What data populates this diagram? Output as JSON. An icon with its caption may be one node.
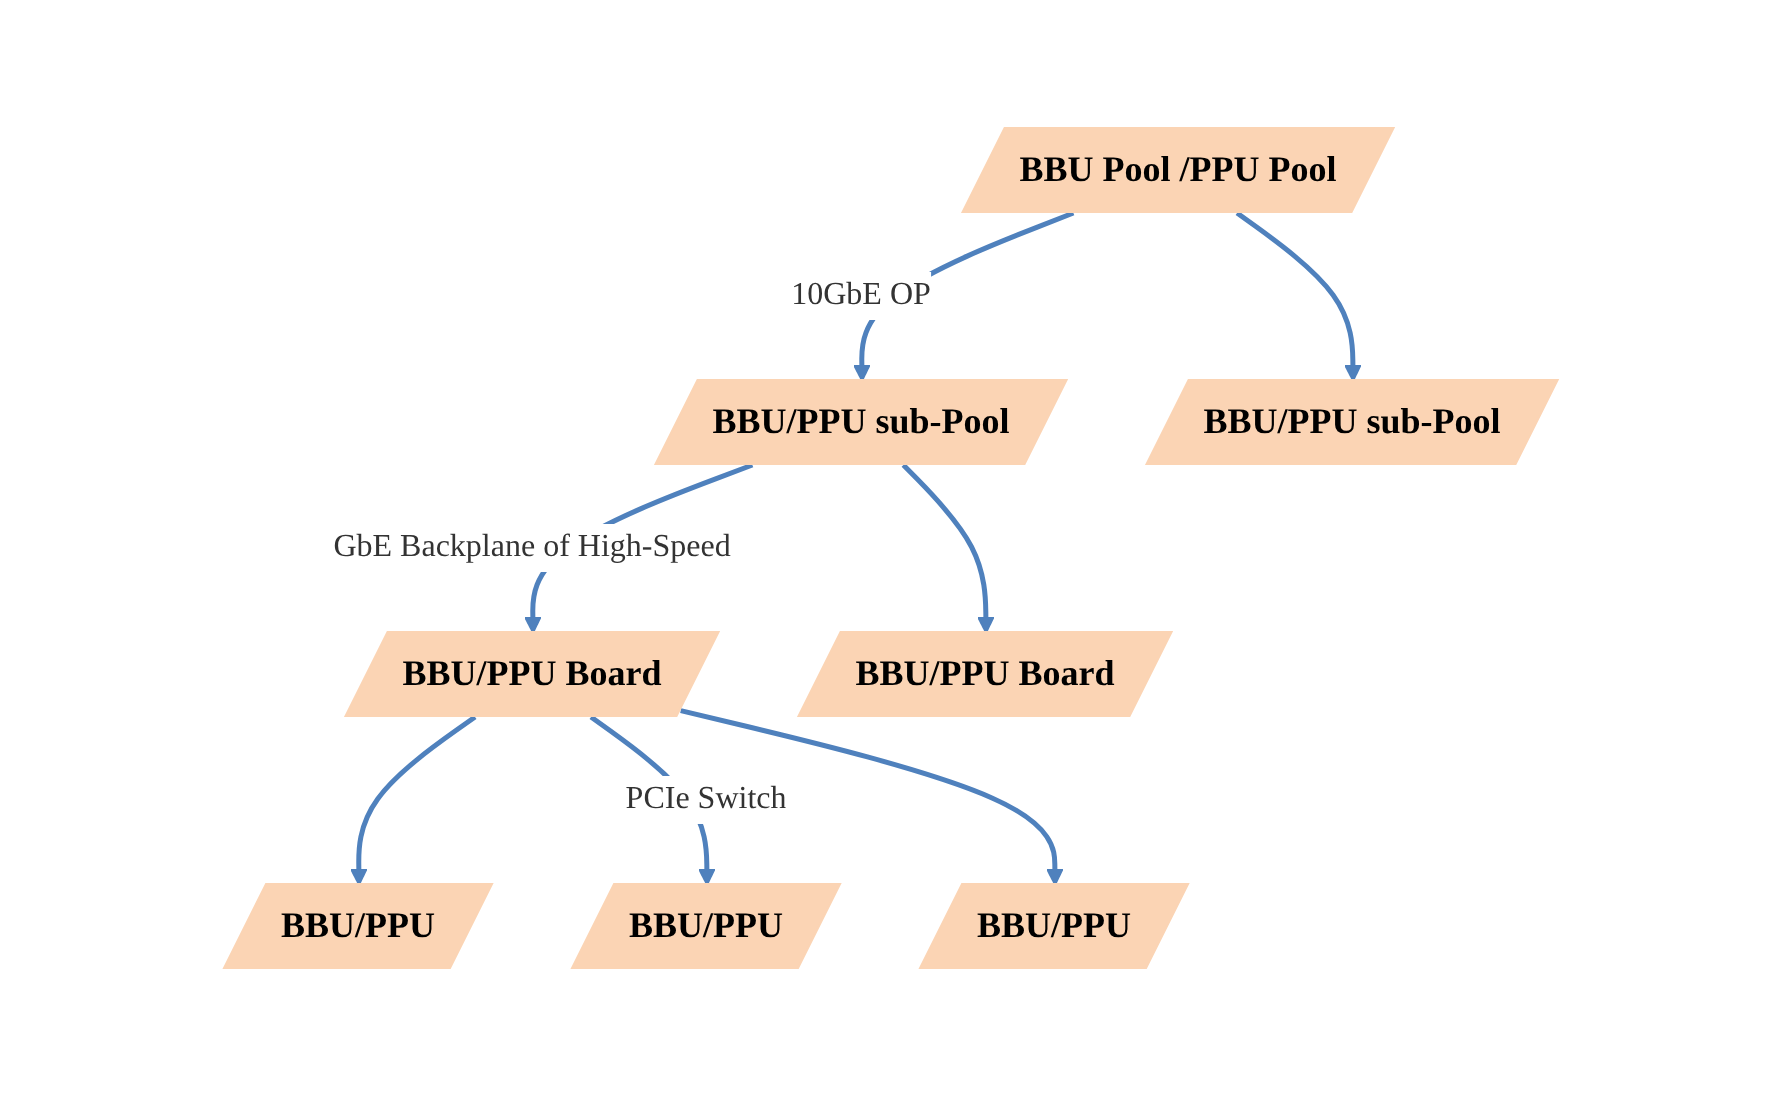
{
  "diagram": {
    "nodes": [
      {
        "text": [
          "BBU Pool /PPU Pool"
        ]
      },
      {
        "text": [
          "BBU/PPU sub-Pool"
        ]
      },
      {
        "text": [
          "BBU/PPU sub-Pool"
        ]
      },
      {
        "text": [
          "BBU/PPU Board"
        ]
      },
      {
        "text": [
          "BBU/PPU Board"
        ]
      },
      {
        "text": [
          "BBU/PPU"
        ]
      },
      {
        "text": [
          "BBU/PPU"
        ]
      },
      {
        "text": [
          "BBU/PPU"
        ]
      }
    ],
    "edges": [
      {
        "from": 0,
        "to": 1,
        "arrow": "to",
        "label": "10GbE OP"
      },
      {
        "from": 0,
        "to": 2,
        "arrow": "to"
      },
      {
        "from": 1,
        "to": 3,
        "arrow": "to",
        "label": "GbE Backplane of High-Speed"
      },
      {
        "from": 1,
        "to": 4,
        "arrow": "to"
      },
      {
        "from": 3,
        "to": 5,
        "arrow": "to"
      },
      {
        "from": 3,
        "to": 6,
        "arrow": "to",
        "label": "PCIe Switch"
      },
      {
        "from": 3,
        "to": 7,
        "arrow": "to"
      }
    ]
  }
}
